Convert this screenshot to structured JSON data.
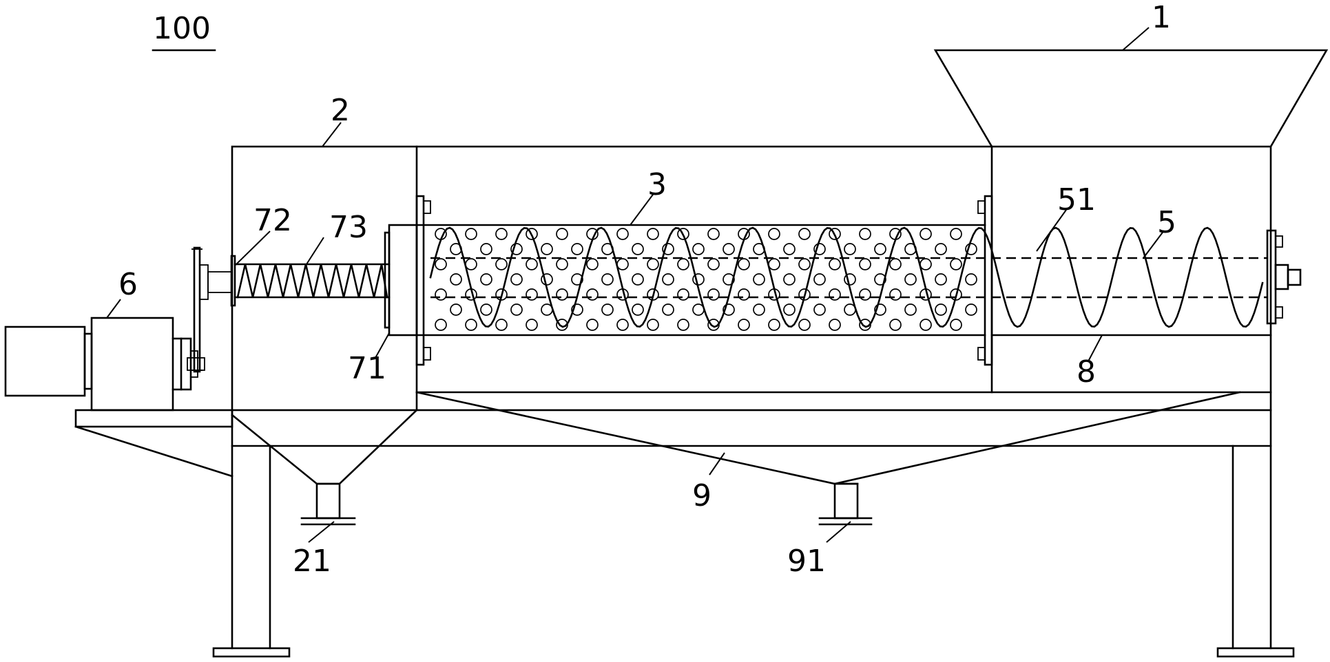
{
  "figure_number": "100",
  "labels": {
    "hopper": "1",
    "housing": "2",
    "screen_drum": "3",
    "screw_conveyor": "5",
    "screw_blade": "51",
    "motor": "6",
    "pressure_plate": "71",
    "shaft_sleeve": "72",
    "spring": "73",
    "trough": "8",
    "collecting_hopper": "9",
    "collecting_outlet": "91",
    "residue_outlet": "21"
  }
}
